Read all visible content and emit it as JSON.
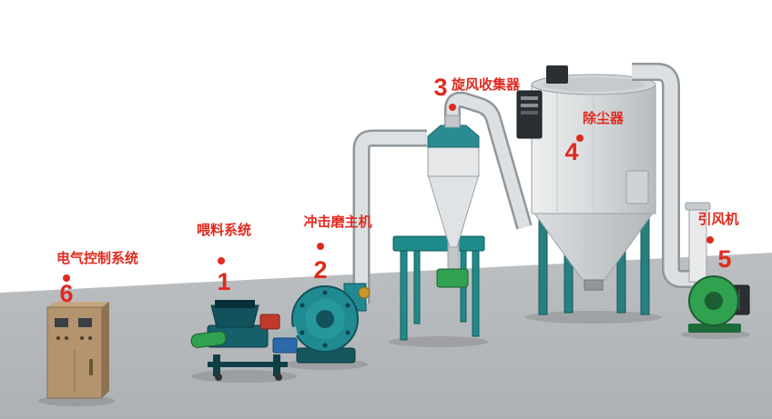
{
  "diagram": {
    "labels": [
      {
        "number": "1",
        "text": "喂料系统"
      },
      {
        "number": "2",
        "text": "冲击磨主机"
      },
      {
        "number": "3",
        "text": "旋风收集器"
      },
      {
        "number": "4",
        "text": "除尘器"
      },
      {
        "number": "5",
        "text": "引风机"
      },
      {
        "number": "6",
        "text": "电气控制系统"
      }
    ],
    "colors": {
      "label_red": "#e02a1f",
      "machine_teal": "#1f8a92",
      "stand_teal": "#1f8a8a",
      "fan_green": "#2fa14f",
      "cabinet_tan": "#b3946f",
      "pipe_steel": "#d8dbdd",
      "floor_gray": "#b6b9bc"
    }
  }
}
